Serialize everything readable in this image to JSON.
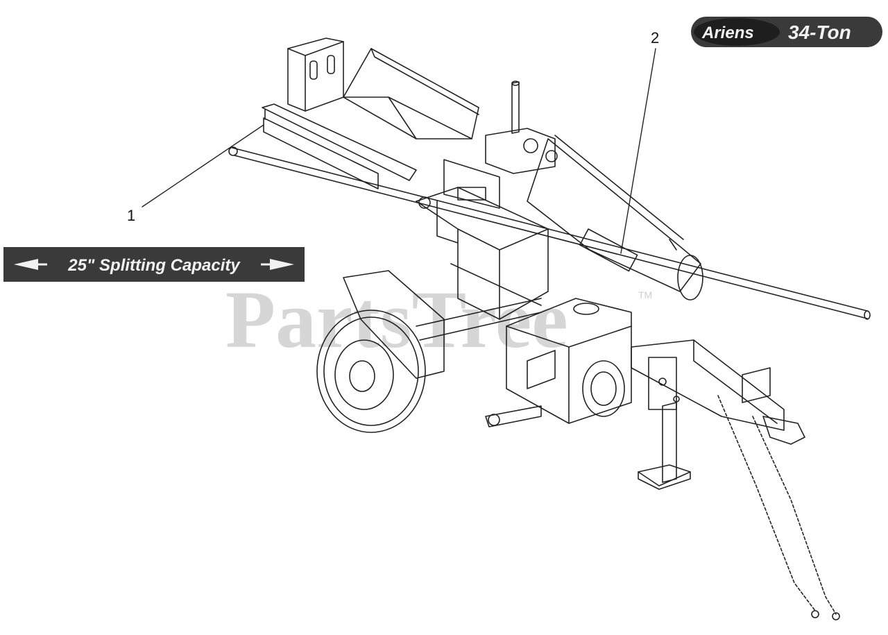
{
  "callouts": [
    {
      "id": "1",
      "label": "1"
    },
    {
      "id": "2",
      "label": "2"
    }
  ],
  "decals": {
    "badge_model": "Ariens",
    "badge_tonnage": "34-Ton",
    "capacity_banner": "25\" Splitting Capacity"
  },
  "watermark": {
    "text": "PartsTree",
    "tm": "TM"
  },
  "colors": {
    "line": "#222222",
    "decal_bg": "#3a3a3a",
    "decal_fg": "#f2f2f2",
    "watermark": "#cfcfcf"
  }
}
